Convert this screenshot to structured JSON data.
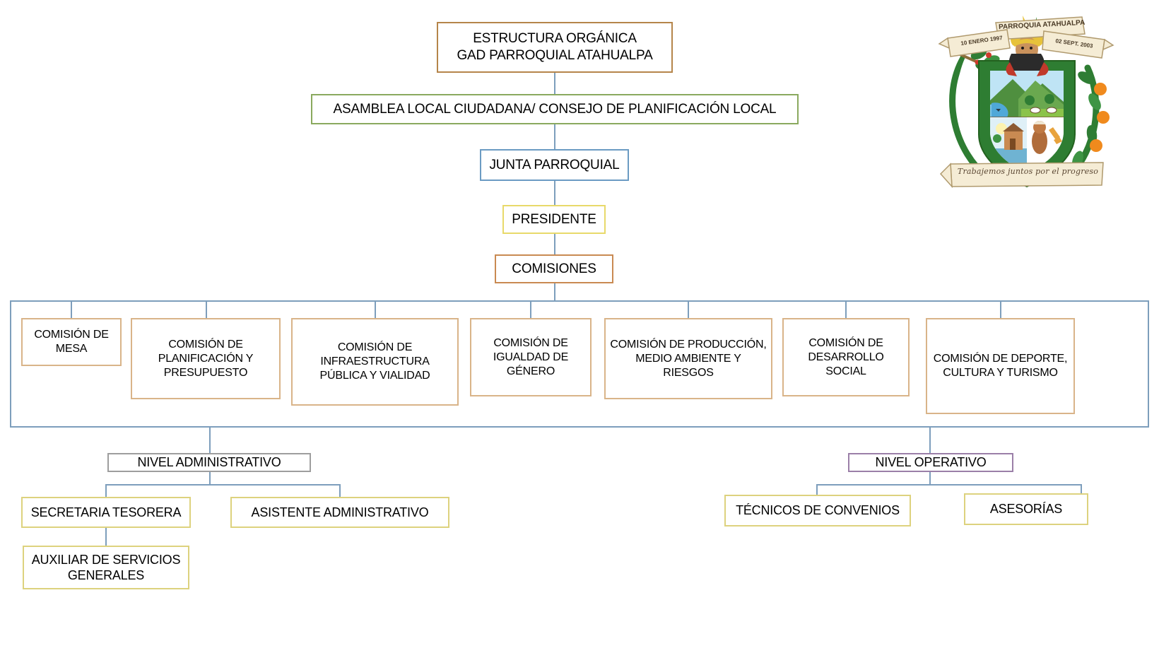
{
  "diagram": {
    "title_box": {
      "line1": "ESTRUCTURA ORGÁNICA",
      "line2": "GAD PARROQUIAL ATAHUALPA"
    },
    "assembly": "ASAMBLEA LOCAL CIUDADANA/ CONSEJO DE PLANIFICACIÓN LOCAL",
    "junta": "JUNTA PARROQUIAL",
    "presidente": "PRESIDENTE",
    "comisiones": "COMISIONES",
    "commissions": [
      "COMISIÓN DE MESA",
      "COMISIÓN DE PLANIFICACIÓN Y PRESUPUESTO",
      "COMISIÓN DE INFRAESTRUCTURA PÚBLICA Y VIALIDAD",
      "COMISIÓN DE IGUALDAD DE GÉNERO",
      "COMISIÓN DE PRODUCCIÓN, MEDIO AMBIENTE Y RIESGOS",
      "COMISIÓN DE DESARROLLO SOCIAL",
      "COMISIÓN DE DEPORTE, CULTURA Y TURISMO"
    ],
    "nivel_administrativo": {
      "label": "NIVEL ADMINISTRATIVO",
      "children": [
        "SECRETARIA TESORERA",
        "ASISTENTE ADMINISTRATIVO",
        "AUXILIAR DE SERVICIOS GENERALES"
      ]
    },
    "nivel_operativo": {
      "label": "NIVEL OPERATIVO",
      "children": [
        "TÉCNICOS DE CONVENIOS",
        "ASESORÍAS"
      ]
    }
  },
  "emblem": {
    "top_banner": "PARROQUIA ATAHUALPA",
    "left_banner": "10 ENERO 1997",
    "right_banner": "02 SEPT. 2003",
    "motto": "Trabajemos juntos por el progreso"
  },
  "colors": {
    "connector": "#7d9ebc",
    "title_border": "#b5854a",
    "assembly_border": "#8aa95e",
    "junta_border": "#6b9bc3",
    "presidente_border": "#e8d96a",
    "comisiones_border": "#c98a52",
    "commission_border": "#d9b489",
    "admin_border": "#9e9e9e",
    "operativo_border": "#9b7fa8",
    "staff_border": "#ddd27e",
    "shield_green": "#2e7d32",
    "banner_cream": "#f5ecd5"
  }
}
